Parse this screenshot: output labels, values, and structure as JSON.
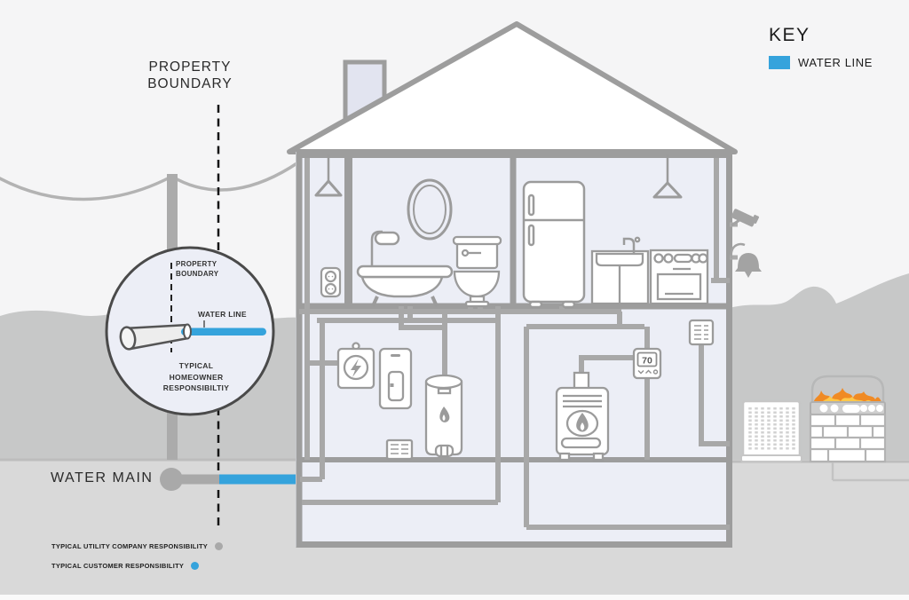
{
  "key": {
    "title": "KEY",
    "water_line_label": "WATER LINE"
  },
  "property_boundary_label": {
    "line1": "PROPERTY",
    "line2": "BOUNDARY"
  },
  "water_main_label": "WATER MAIN",
  "inset": {
    "property_boundary_line1": "PROPERTY",
    "property_boundary_line2": "BOUNDARY",
    "water_line_label": "WATER LINE",
    "homeowner_line1": "TYPICAL",
    "homeowner_line2": "HOMEOWNER",
    "homeowner_line3": "RESPONSIBILTIY"
  },
  "responsibility_legend": {
    "utility_label": "TYPICAL UTILITY  COMPANY RESPONSIBILITY",
    "customer_label": "TYPICAL CUSTOMER RESPONSIBILITY"
  },
  "thermostat": {
    "temperature": "70"
  },
  "colors": {
    "water_line_blue": "#35A3DC",
    "utility_gray": "#A9A9A9"
  }
}
